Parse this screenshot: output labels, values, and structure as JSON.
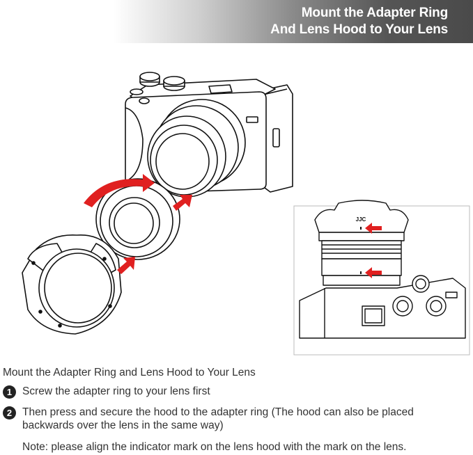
{
  "header": {
    "title_line1": "Mount the Adapter Ring",
    "title_line2": "And Lens Hood to Your Lens"
  },
  "illustration": {
    "hood_brand": "JJC",
    "arrow_color": "#e02020"
  },
  "caption": "Mount the Adapter Ring and Lens Hood to Your Lens",
  "steps": [
    {
      "number": "1",
      "text": "Screw the adapter ring to your lens first"
    },
    {
      "number": "2",
      "text": "Then press and secure the hood to the adapter ring (The hood can also be placed backwards over the lens in the same way)"
    }
  ],
  "note": "Note: please align the indicator mark on the lens hood with the mark on the lens."
}
